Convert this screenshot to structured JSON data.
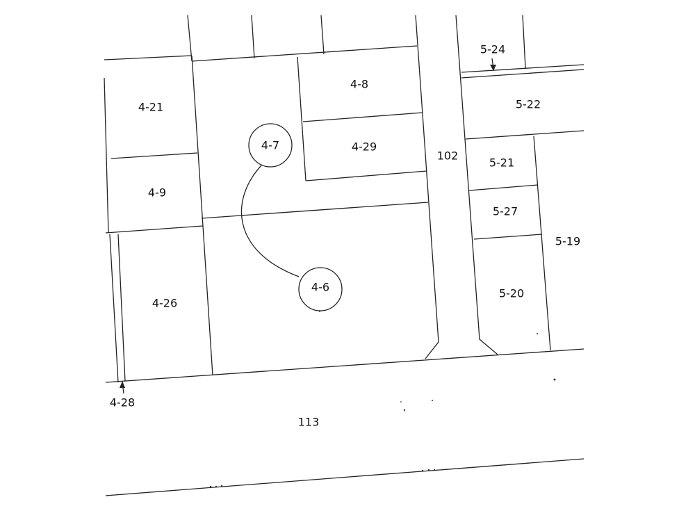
{
  "parcels": {
    "p4_21": "4-21",
    "p4_9": "4-9",
    "p4_26": "4-26",
    "p4_28": "4-28",
    "p4_8": "4-8",
    "p4_29": "4-29",
    "p4_7": "4-7",
    "p4_6": "4-6",
    "p5_24": "5-24",
    "p5_22": "5-22",
    "p5_21": "5-21",
    "p5_27": "5-27",
    "p5_19": "5-19",
    "p5_20": "5-20"
  },
  "roads": {
    "r102": "102",
    "r113": "113"
  }
}
